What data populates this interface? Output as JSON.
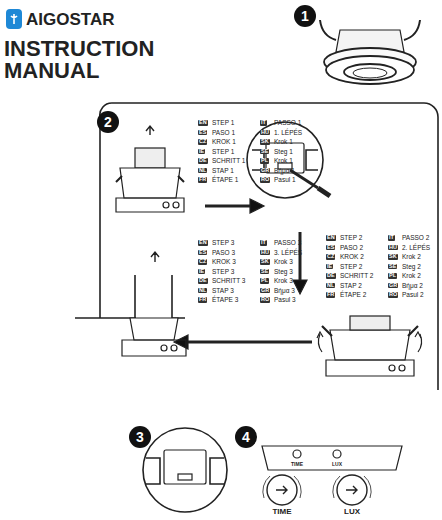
{
  "diagram": {
    "title": "INSTRUCTION MANUAL",
    "labels": [
      "AIGOSTAR",
      "1",
      "2",
      "EN",
      "STEP 1",
      "IT",
      "PASSO 1",
      "ES",
      "PASO 1",
      "HU",
      "1. LÉPÉS",
      "CZ",
      "KROK 1",
      "SK",
      "Krok 1",
      "IE",
      "STEP 1",
      "SE",
      "Steg 1",
      "DE",
      "SCHRITT 1",
      "PL",
      "Krok 1",
      "NL",
      "STAP 1",
      "GR",
      "Βήμα 1",
      "FR",
      "ÉTAPE 1",
      "RO",
      "Pasul 1",
      "EN",
      "STEP 3",
      "IT",
      "PASSO 3",
      "ES",
      "PASO 3",
      "HU",
      "3. LÉPÉS",
      "CZ",
      "KROK 3",
      "SK",
      "Krok 3",
      "IE",
      "STEP 3",
      "SE",
      "Steg 3",
      "DE",
      "SCHRITT 3",
      "PL",
      "Krok 3",
      "NL",
      "STAP 3",
      "GR",
      "Βήμα 3",
      "FR",
      "ÉTAPE 3",
      "RO",
      "Pasul 3",
      "EN",
      "STEP 2",
      "IT",
      "PASSO 2",
      "ES",
      "PASO 2",
      "HU",
      "2. LÉPÉS",
      "CZ",
      "KROK 2",
      "SK",
      "Krok 2",
      "IE",
      "STEP 2",
      "SE",
      "Steg 2",
      "DE",
      "SCHRITT 2",
      "PL",
      "Krok 2",
      "NL",
      "STAP 2",
      "GR",
      "Βήμα 2",
      "FR",
      "ÉTAPE 2",
      "RO",
      "Pasul 2",
      "3",
      "4",
      "TIME",
      "LUX",
      "TIME",
      "LUX"
    ]
  }
}
